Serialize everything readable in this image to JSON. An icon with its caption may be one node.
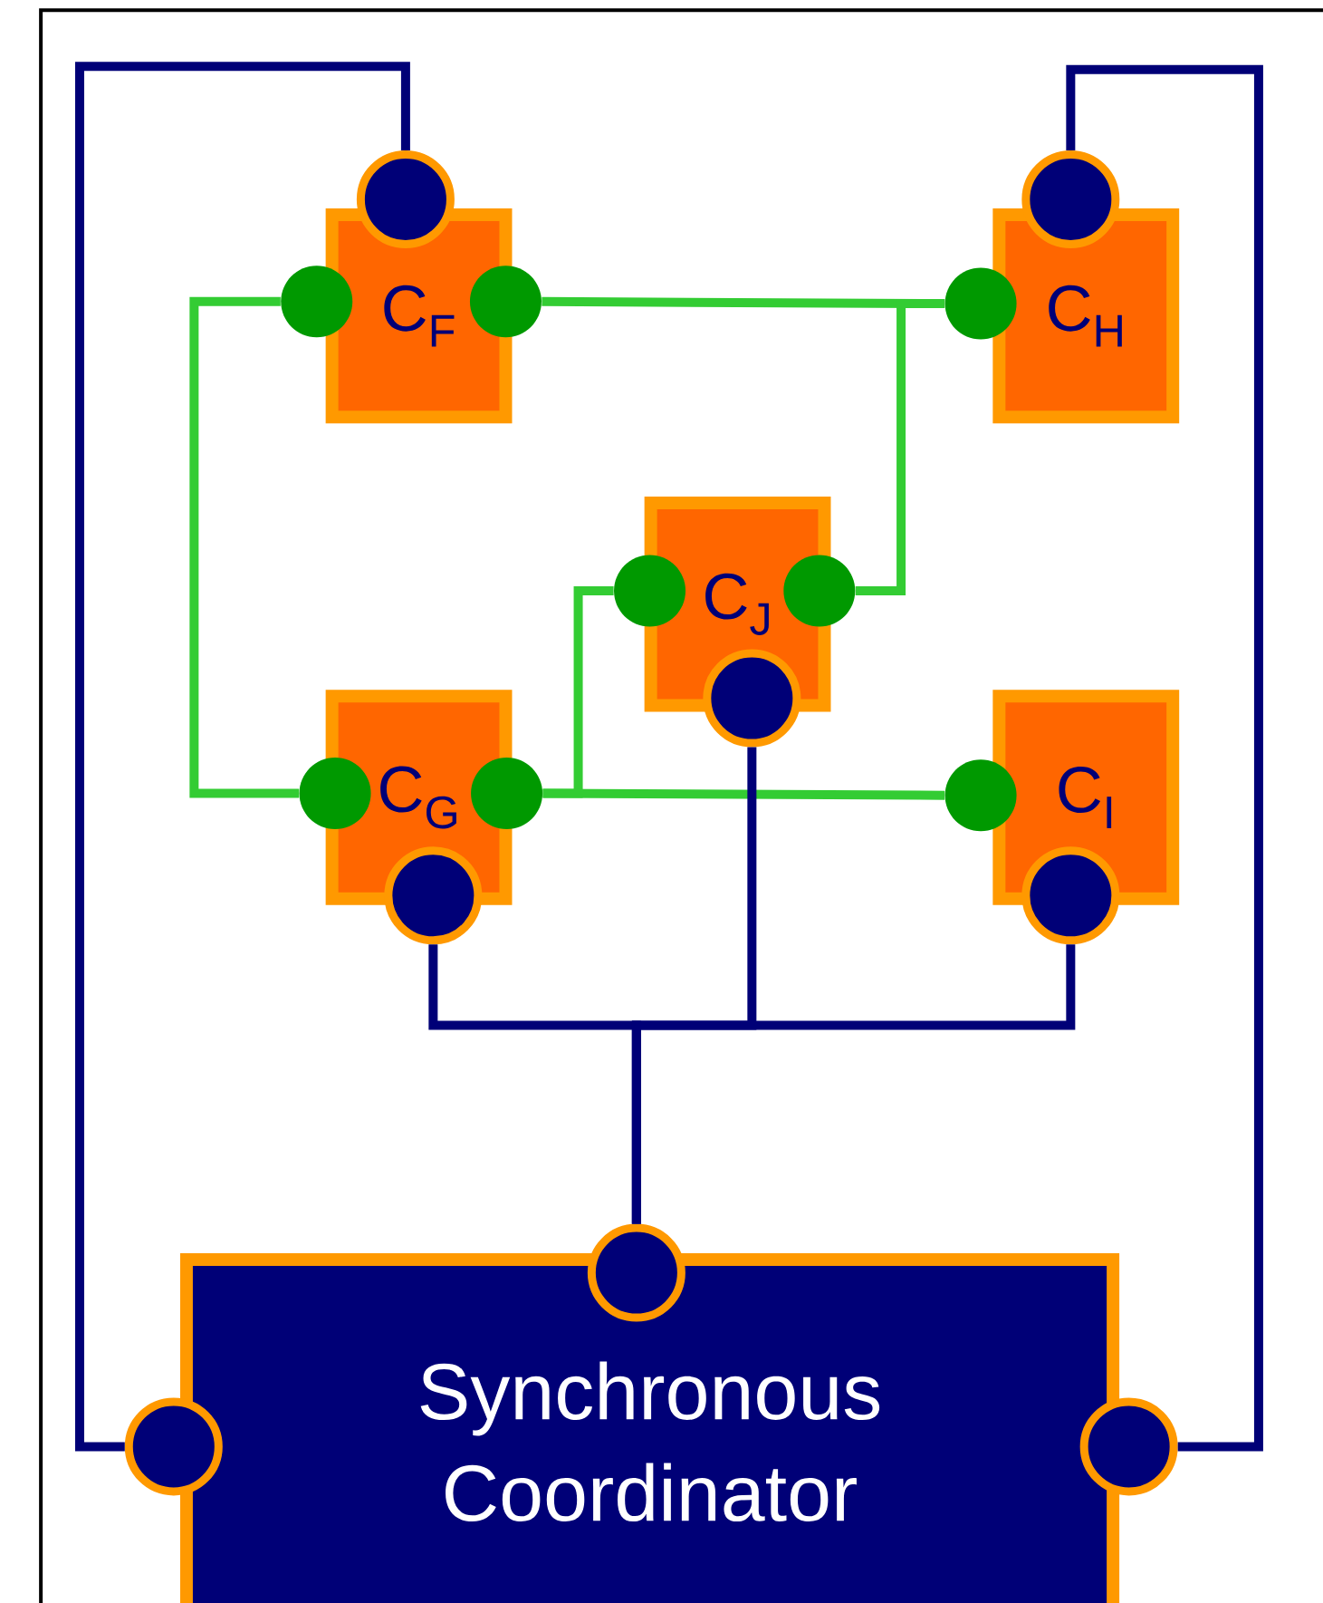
{
  "diagram": {
    "nodes": [
      {
        "text": [
          "C$_{F}$"
        ]
      },
      {
        "text": [],
        "shape": "circle"
      },
      {
        "text": [],
        "shape": "circle"
      },
      {
        "text": [],
        "shape": "circle"
      },
      {
        "text": [
          "C$_{H}$"
        ]
      },
      {
        "text": [],
        "shape": "circle"
      },
      {
        "text": [],
        "shape": "circle"
      },
      {
        "text": [
          "C$_{J}$"
        ]
      },
      {
        "text": [],
        "shape": "circle"
      },
      {
        "text": [],
        "shape": "circle"
      },
      {
        "text": [],
        "shape": "circle"
      },
      {
        "text": [
          "C$_{G}$"
        ]
      },
      {
        "text": [],
        "shape": "circle"
      },
      {
        "text": [],
        "shape": "circle"
      },
      {
        "text": [],
        "shape": "circle"
      },
      {
        "text": [
          "C$_{I}$"
        ]
      },
      {
        "text": [],
        "shape": "circle"
      },
      {
        "text": [],
        "shape": "circle"
      },
      {
        "text": [
          "Synchronous Coordinator"
        ]
      },
      {
        "text": [],
        "shape": "circle"
      },
      {
        "text": [],
        "shape": "circle"
      },
      {
        "text": [],
        "shape": "circle"
      }
    ],
    "edges": [
      {
        "from": 2,
        "to": 12,
        "arrow": "none",
        "color": "#33cc33"
      },
      {
        "from": 3,
        "to": 6,
        "arrow": "none",
        "color": "#33cc33"
      },
      {
        "from": 9,
        "to": 6,
        "arrow": "none",
        "color": "#33cc33"
      },
      {
        "from": 13,
        "to": 8,
        "arrow": "none",
        "color": "#33cc33"
      },
      {
        "from": 13,
        "to": 16,
        "arrow": "none",
        "color": "#33cc33"
      },
      {
        "from": 1,
        "to": 20,
        "arrow": "none",
        "color": "#000077"
      },
      {
        "from": 5,
        "to": 21,
        "arrow": "none",
        "color": "#000077"
      },
      {
        "from": 14,
        "to": 19,
        "arrow": "none",
        "color": "#000077"
      },
      {
        "from": 10,
        "to": 19,
        "arrow": "none",
        "color": "#000077"
      },
      {
        "from": 17,
        "to": 19,
        "arrow": "none",
        "color": "#000077"
      }
    ]
  }
}
